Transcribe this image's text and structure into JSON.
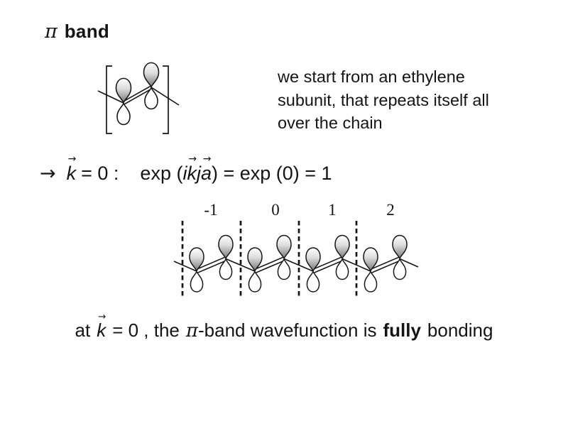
{
  "colors": {
    "background": "#ffffff",
    "text": "#141414",
    "lobe_gradient_top": "#ffffff",
    "lobe_gradient_mid": "#dcdcdc",
    "lobe_gradient_bottom": "#7f7f7f",
    "lower_lobe_fill": "#ffffff",
    "line": "#141414"
  },
  "title": {
    "pi": "π",
    "band": "band"
  },
  "intro": {
    "lines": [
      "we start from an ethylene",
      "subunit, that repeats itself all",
      "over the chain"
    ]
  },
  "math": {
    "implies_arrow": "→",
    "vec_arrow": "→",
    "k": "k",
    "equals_zero": "= 0 :",
    "exp_open": "exp (",
    "i": "i",
    "j": "j",
    "a": "a",
    "exp_close": ") = exp (0) = 1"
  },
  "chain": {
    "cell_labels": [
      "-1",
      "0",
      "1",
      "2"
    ]
  },
  "conclusion": {
    "at": "at",
    "k": "k",
    "equals_the": "= 0 , the",
    "pi": "π",
    "band_wavefunction": "-band wavefunction is",
    "fully": "fully",
    "bonding": "bonding"
  }
}
